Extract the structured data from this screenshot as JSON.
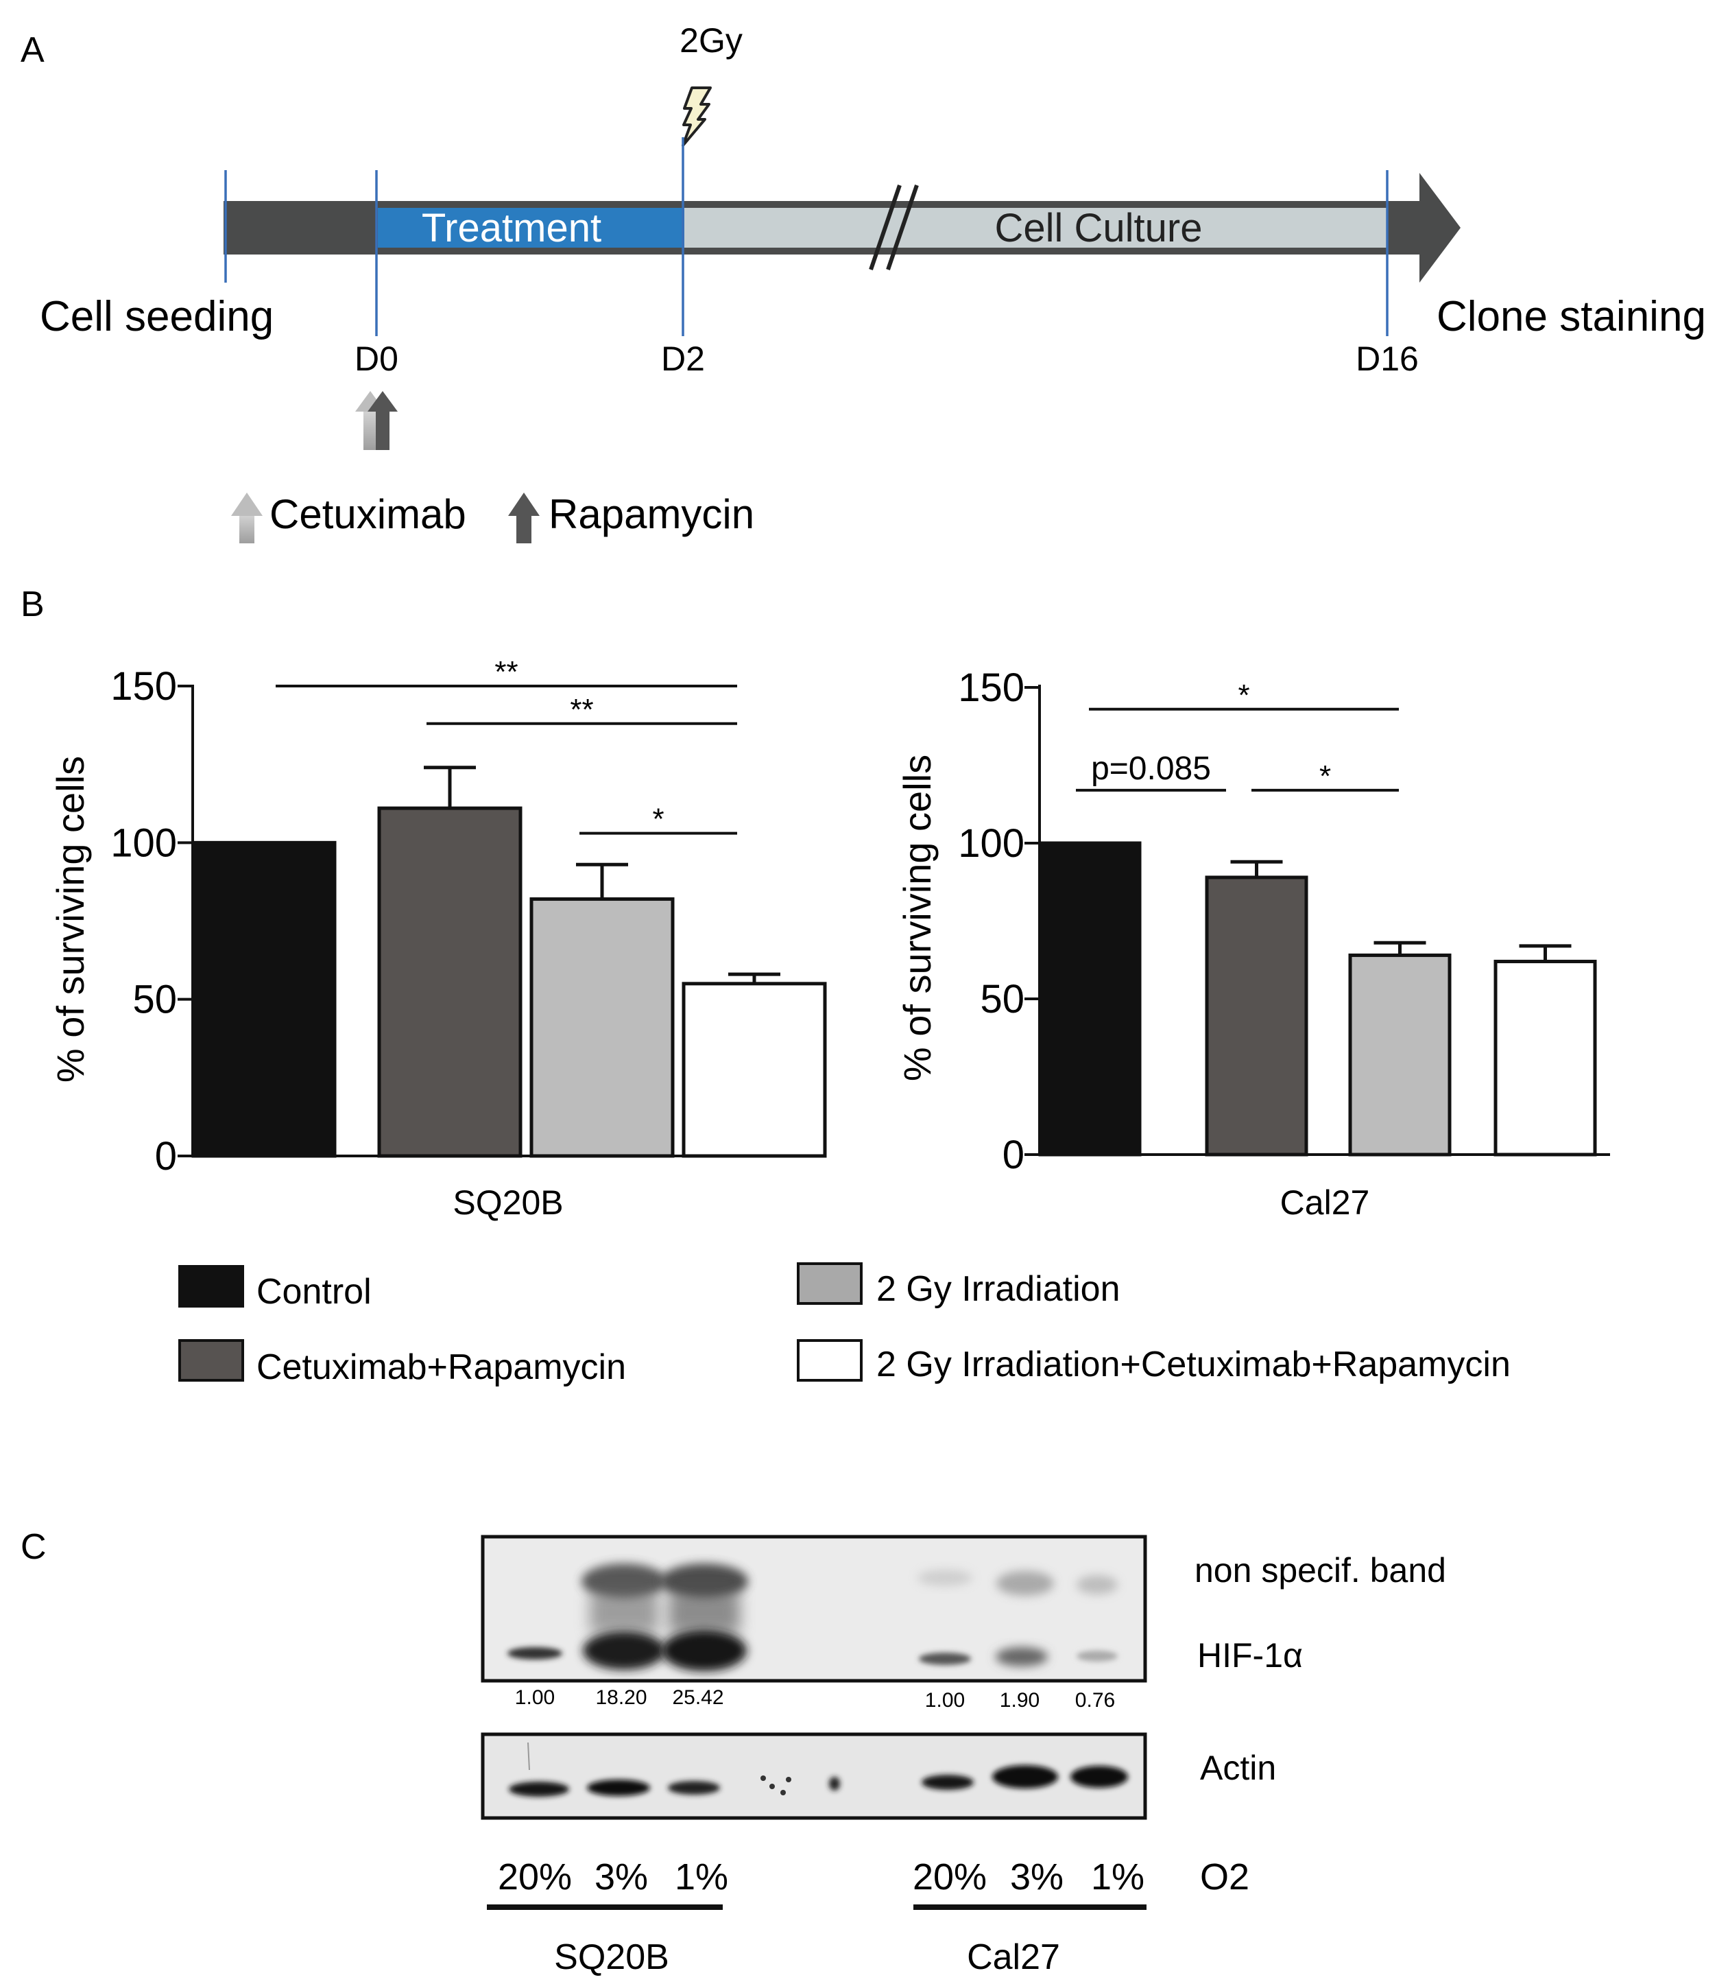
{
  "panel_a": {
    "label": "A",
    "dose": "2Gy",
    "treatment_label": "Treatment",
    "culture_label": "Cell Culture",
    "seeding_label": "Cell seeding",
    "clone_label": "Clone staining",
    "days": [
      "D0",
      "D2",
      "D16"
    ],
    "drug_legend": [
      {
        "label": "Cetuximab",
        "color": "#aaaaaa"
      },
      {
        "label": "Rapamycin",
        "color": "#555555"
      }
    ],
    "colors": {
      "arrow": "#4a4b4b",
      "treatment": "#2a7cc0",
      "culture": "#c8d0d2",
      "tick": "#3a6fb8"
    }
  },
  "panel_b": {
    "label": "B"
  },
  "chart_data": [
    {
      "type": "bar",
      "title": "",
      "xlabel": "SQ20B",
      "ylabel": "% of surviving cells",
      "ylim": [
        0,
        150
      ],
      "yticks": [
        "0",
        "50",
        "100",
        "150"
      ],
      "categories": [
        "Control",
        "Cetuximab+Rapamycin",
        "2 Gy Irradiation",
        "2 Gy Irradiation+Cetuximab+Rapamycin"
      ],
      "values": [
        100,
        111,
        82,
        55
      ],
      "errors": [
        0,
        13,
        11,
        3
      ],
      "colors": [
        "#111111",
        "#575351",
        "#bcbcbc",
        "#ffffff"
      ],
      "significance": [
        {
          "from": 0,
          "to": 3,
          "label": "**",
          "y": 150
        },
        {
          "from": 1,
          "to": 3,
          "label": "**",
          "y": 138
        },
        {
          "from": 2,
          "to": 3,
          "label": "*",
          "y": 103
        }
      ]
    },
    {
      "type": "bar",
      "title": "",
      "xlabel": "Cal27",
      "ylabel": "% of surviving cells",
      "ylim": [
        0,
        150
      ],
      "yticks": [
        "0",
        "50",
        "100",
        "150"
      ],
      "categories": [
        "Control",
        "Cetuximab+Rapamycin",
        "2 Gy Irradiation",
        "2 Gy Irradiation+Cetuximab+Rapamycin"
      ],
      "values": [
        100,
        89,
        64,
        62
      ],
      "errors": [
        0,
        5,
        4,
        5
      ],
      "colors": [
        "#111111",
        "#575351",
        "#bcbcbc",
        "#ffffff"
      ],
      "significance": [
        {
          "from": 0,
          "to": 2,
          "label": "*",
          "y": 143
        },
        {
          "from": 0,
          "to": 1,
          "label": "p=0.085",
          "y": 117
        },
        {
          "from": 1,
          "to": 2,
          "label": "*",
          "y": 117
        }
      ]
    }
  ],
  "legend": [
    {
      "label": "Control",
      "color": "#111111"
    },
    {
      "label": "Cetuximab+Rapamycin",
      "color": "#575351"
    },
    {
      "label": "2 Gy Irradiation",
      "color": "#a9a9a9"
    },
    {
      "label": "2 Gy Irradiation+Cetuximab+Rapamycin",
      "color": "#ffffff"
    }
  ],
  "panel_c": {
    "label": "C",
    "band_labels": {
      "nonspecific": "non specif. band",
      "hif": "HIF-1α",
      "actin": "Actin",
      "o2": "O2"
    },
    "quantification": {
      "SQ20B": [
        "1.00",
        "18.20",
        "25.42"
      ],
      "Cal27": [
        "1.00",
        "1.90",
        "0.76"
      ]
    },
    "o2_levels": [
      "20%",
      "3%",
      "1%"
    ],
    "groups": [
      "SQ20B",
      "Cal27"
    ]
  }
}
